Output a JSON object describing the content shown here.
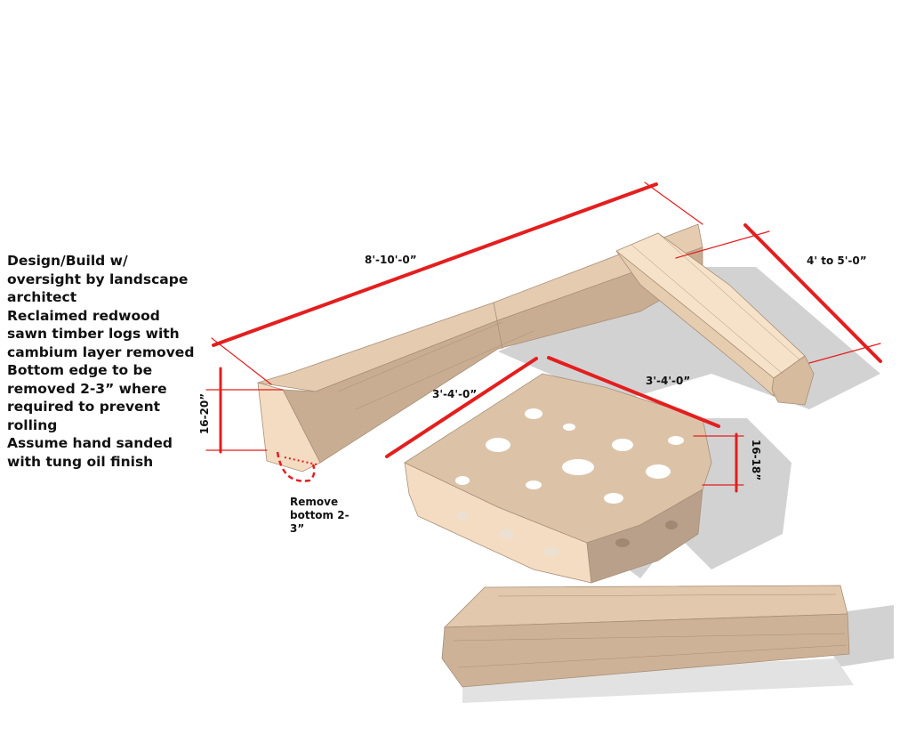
{
  "notes": [
    "Design/Build w/",
    "oversight by landscape",
    "architect",
    "Reclaimed redwood",
    "sawn timber logs with",
    "cambium layer removed",
    "Bottom edge to be",
    "removed 2-3” where",
    "required to prevent",
    "rolling",
    "Assume hand sanded",
    "with tung oil finish"
  ],
  "dimensions": {
    "long_log_length": "8'-10'-0”",
    "short_log_length": "4' to 5'-0”",
    "log_height": "16-20”",
    "table_side_a": "3'-4'-0”",
    "table_side_b": "3'-4'-0”",
    "table_height": "16-18”"
  },
  "callout": {
    "line1": "Remove",
    "line2": "bottom 2-",
    "line3": "3”"
  },
  "colors": {
    "dimension_red": "#e41e1e",
    "wood_light": "#f3dcc2",
    "wood_mid": "#d9bfa3",
    "wood_dark": "#b89c82",
    "shadow": "#cfcfcf"
  }
}
